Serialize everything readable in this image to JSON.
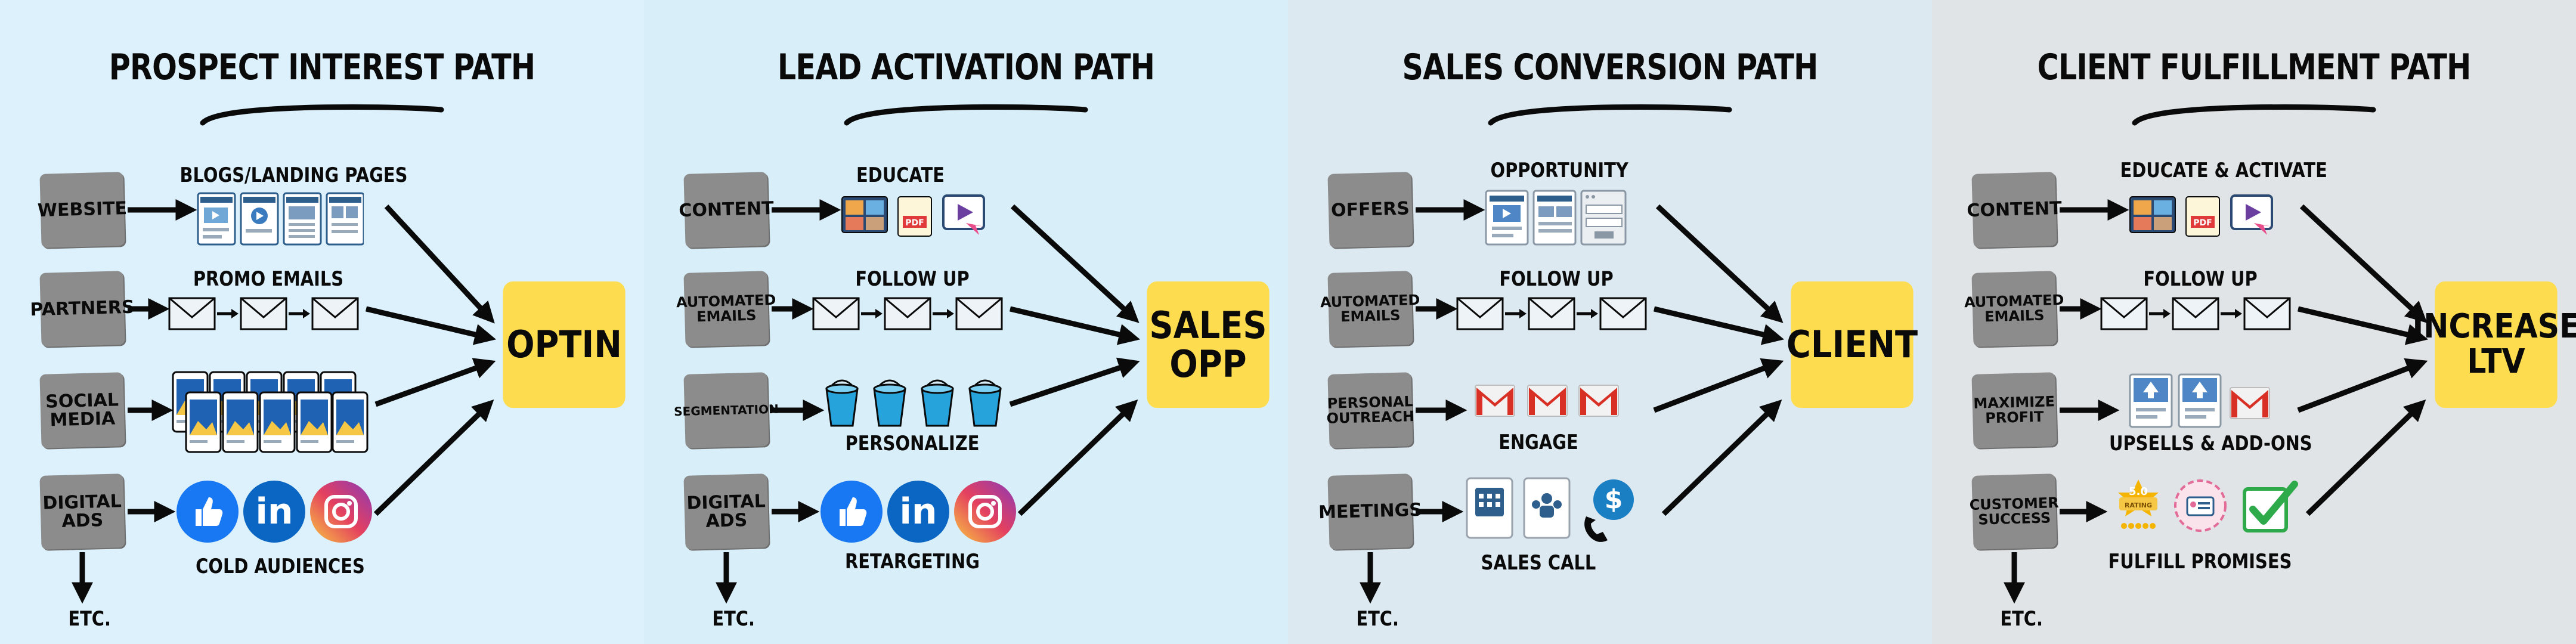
{
  "panels": [
    {
      "title": "PROSPECT INTEREST PATH",
      "sources": [
        "WEBSITE",
        "PARTNERS",
        "SOCIAL MEDIA",
        "DIGITAL ADS"
      ],
      "labels": [
        "BLOGS/LANDING PAGES",
        "PROMO EMAILS",
        "",
        "COLD AUDIENCES"
      ],
      "target": "OPTIN",
      "etc": "ETC."
    },
    {
      "title": "LEAD ACTIVATION PATH",
      "sources": [
        "CONTENT",
        "AUTOMATED EMAILS",
        "SEGMENTATION",
        "DIGITAL ADS"
      ],
      "labels": [
        "EDUCATE",
        "FOLLOW UP",
        "PERSONALIZE",
        "RETARGETING"
      ],
      "target": "SALES OPP",
      "etc": "ETC."
    },
    {
      "title": "SALES CONVERSION PATH",
      "sources": [
        "OFFERS",
        "AUTOMATED EMAILS",
        "PERSONAL OUTREACH",
        "MEETINGS"
      ],
      "labels": [
        "OPPORTUNITY",
        "FOLLOW UP",
        "ENGAGE",
        "SALES CALL"
      ],
      "target": "CLIENT",
      "etc": "ETC."
    },
    {
      "title": "CLIENT FULFILLMENT PATH",
      "sources": [
        "CONTENT",
        "AUTOMATED EMAILS",
        "MAXIMIZE PROFIT",
        "CUSTOMER SUCCESS"
      ],
      "labels": [
        "EDUCATE & ACTIVATE",
        "FOLLOW UP",
        "UPSELLS & ADD-ONS",
        "FULFILL PROMISES"
      ],
      "target": "INCREASE LTV",
      "etc": "ETC."
    }
  ],
  "icons": {
    "rating_badge": "5.0",
    "rating_text": "RATING",
    "pdf_text": "PDF"
  },
  "colors": {
    "target": "#fddd4f",
    "source_box": "#8c8c8c",
    "facebook": "#1877f2",
    "linkedin": "#0a66c2",
    "gmail_red": "#d93025",
    "bucket": "#27a3dc",
    "check": "#2eaa4a"
  }
}
